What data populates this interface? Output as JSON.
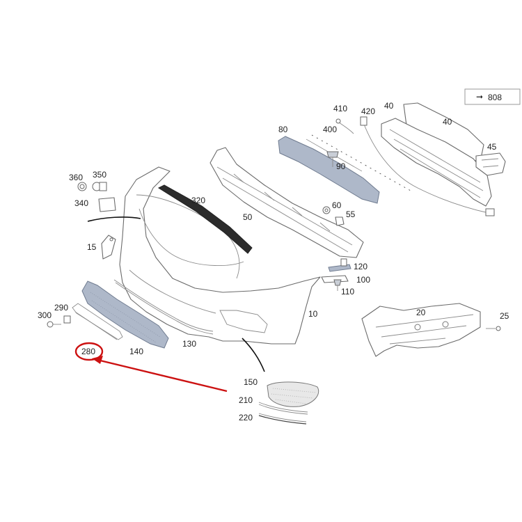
{
  "reference": {
    "arrow": "➞",
    "number": "808"
  },
  "callouts": {
    "c10": "10",
    "c15": "15",
    "c20": "20",
    "c25": "25",
    "c40a": "40",
    "c40b": "40",
    "c45": "45",
    "c50": "50",
    "c55": "55",
    "c60": "60",
    "c80": "80",
    "c90": "90",
    "c100": "100",
    "c110": "110",
    "c120": "120",
    "c130": "130",
    "c140": "140",
    "c150": "150",
    "c210": "210",
    "c220": "220",
    "c280": "280",
    "c290": "290",
    "c300": "300",
    "c320": "320",
    "c340": "340",
    "c350": "350",
    "c360": "360",
    "c400": "400",
    "c410": "410",
    "c420": "420"
  },
  "highlight": {
    "part_number": "280",
    "circle_color": "#cc1111",
    "arrow_color": "#cc1111"
  }
}
